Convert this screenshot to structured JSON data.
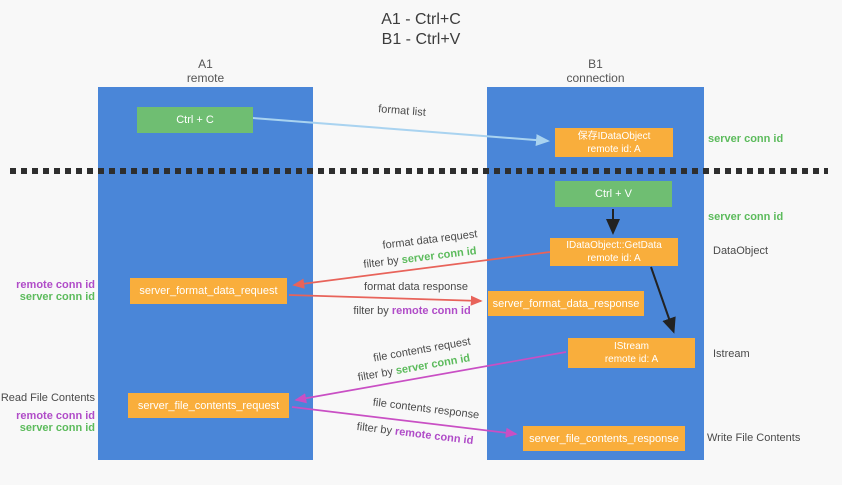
{
  "title": {
    "line1": "A1 - Ctrl+C",
    "line2": "B1 - Ctrl+V"
  },
  "columns": {
    "a": {
      "id": "A1",
      "name": "remote"
    },
    "b": {
      "id": "B1",
      "name": "connection"
    }
  },
  "nodes": {
    "ctrl_c": "Ctrl + C",
    "save_dataobject": {
      "line1": "保存IDataObject",
      "line2": "remote id: A"
    },
    "ctrl_v": "Ctrl + V",
    "getdata": {
      "line1": "IDataObject::GetData",
      "line2": "remote id: A"
    },
    "format_request": "server_format_data_request",
    "format_response": "server_format_data_response",
    "istream": {
      "line1": "IStream",
      "line2": "remote id: A"
    },
    "file_request": "server_file_contents_request",
    "file_response": "server_file_contents_response"
  },
  "annotations": {
    "server_conn_id_top": "server conn id",
    "server_conn_id_mid": "server conn id",
    "dataobject": "DataObject",
    "istream": "Istream",
    "write_file_contents": "Write File Contents",
    "read_file_contents": "Read File Contents",
    "left_remote_conn_id_1": "remote conn id",
    "left_server_conn_id_1": "server conn id",
    "left_remote_conn_id_2": "remote conn id",
    "left_server_conn_id_2": "server conn id"
  },
  "arrow_labels": {
    "format_list": "format list",
    "format_data_request": "format data request",
    "filter_by_server_1": {
      "prefix": "filter by ",
      "highlight": "server conn id"
    },
    "format_data_response": "format data response",
    "filter_by_remote_1": {
      "prefix": "filter by ",
      "highlight": "remote conn id"
    },
    "file_contents_request": "file contents request",
    "filter_by_server_2": {
      "prefix": "filter by ",
      "highlight": "server conn id"
    },
    "file_contents_response": "file contents response",
    "filter_by_remote_2": {
      "prefix": "filter by ",
      "highlight": "remote conn id"
    }
  },
  "colors": {
    "column_blue": "#4a86d8",
    "box_green": "#6fbe72",
    "box_orange": "#f9ae3c",
    "arrow_lightblue": "#a9d3f0",
    "arrow_red": "#e8635a",
    "arrow_magenta": "#c94fc4",
    "arrow_black": "#222222",
    "text_green": "#5cbb5c",
    "text_purple": "#b04cc8",
    "background": "#f8f8f8"
  }
}
